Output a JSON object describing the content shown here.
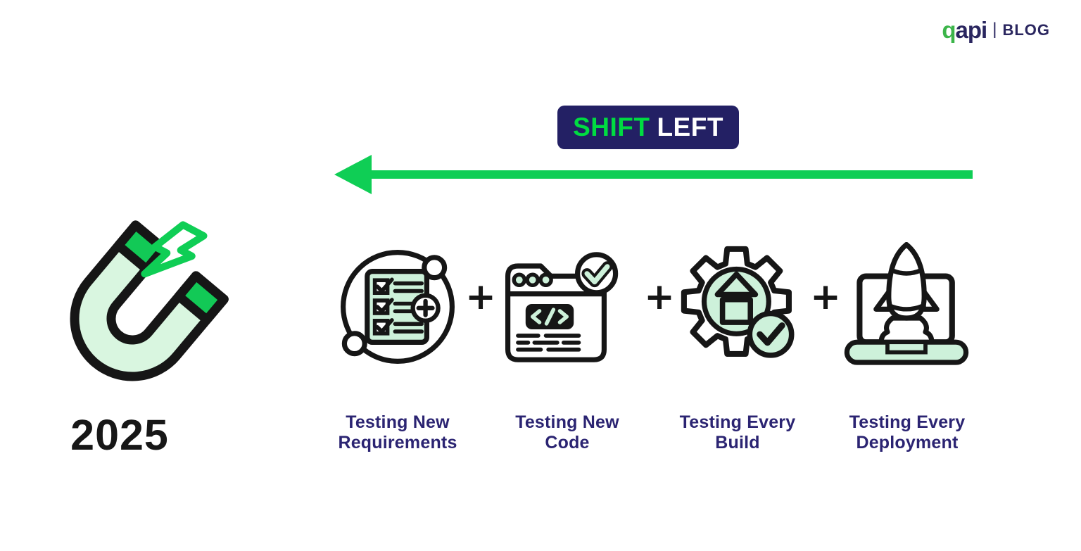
{
  "header": {
    "logo": {
      "brand_green": "q",
      "brand_rest": "api",
      "separator": "|",
      "blog": "BLOG"
    }
  },
  "banner": {
    "shift": "SHIFT",
    "left": "LEFT"
  },
  "timeline": {
    "year": "2025"
  },
  "plus_symbol": "+",
  "steps": [
    {
      "label": "Testing New Requirements",
      "icon": "requirements-checklist-icon"
    },
    {
      "label": "Testing New Code",
      "icon": "browser-code-check-icon"
    },
    {
      "label": "Testing Every Build",
      "icon": "gear-build-check-icon"
    },
    {
      "label": "Testing Every Deployment",
      "icon": "laptop-rocket-launch-icon"
    }
  ],
  "illustrations": {
    "left_figure": "magnet-with-lightning-icon"
  },
  "colors": {
    "green": "#0fce55",
    "neon_green": "#00dc41",
    "light_green": "#cdf1da",
    "magnet_green": "#d9f6e0",
    "navy_badge": "#232064",
    "navy_text": "#2b2472",
    "black": "#161616"
  }
}
